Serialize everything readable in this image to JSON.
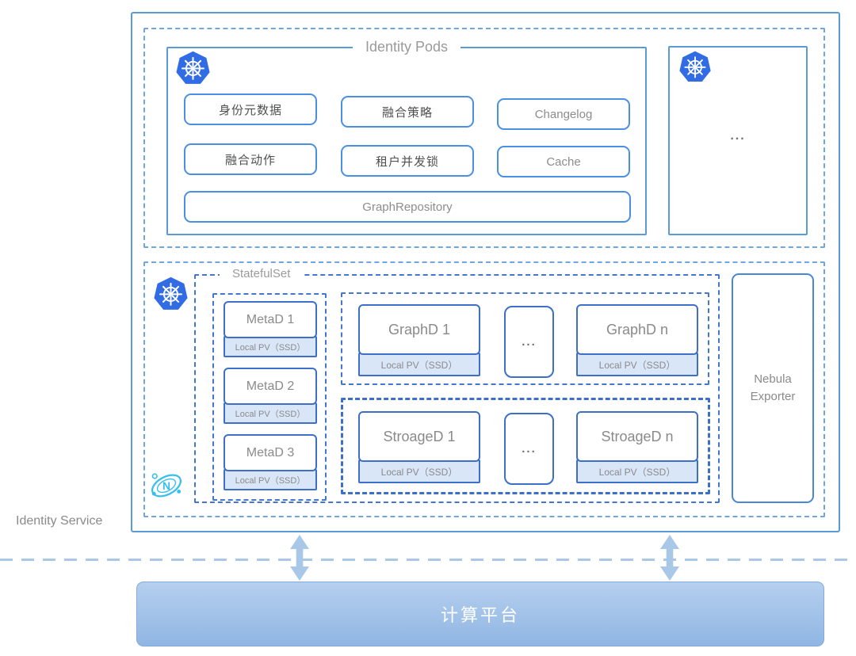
{
  "labels": {
    "identity_service": "Identity Service",
    "compute_platform": "计算平台",
    "local_pv": "Local PV（SSD）",
    "ellipsis": "..."
  },
  "pods": {
    "title": "Identity Pods",
    "buttons": [
      "身份元数据",
      "融合策略",
      "Changelog",
      "融合动作",
      "租户并发锁",
      "Cache",
      "GraphRepository"
    ]
  },
  "cluster": {
    "statefulset_title": "StatefulSet",
    "metad": [
      "MetaD 1",
      "MetaD 2",
      "MetaD 3"
    ],
    "graphd": [
      "GraphD 1",
      "GraphD n"
    ],
    "storaged": [
      "StroageD 1",
      "StroageD n"
    ],
    "exporter": "Nebula Exporter"
  },
  "icons": {
    "kubernetes": "kubernetes-logo",
    "nebula": "nebula-graph-logo"
  },
  "colors": {
    "outline_blue": "#5B9BD5",
    "dash_light_blue": "#6FA6DE",
    "dash_dark_blue": "#4377CE",
    "card_border_blue": "#3D6FC8",
    "pv_fill": "#D9E6F8",
    "k8s_blue": "#326CE5",
    "nebula_cyan": "#35BEF0",
    "arrow_blue": "#A9C8E8",
    "platform_fill_top": "#B5CFEE",
    "platform_fill_bottom": "#90B6E3"
  }
}
